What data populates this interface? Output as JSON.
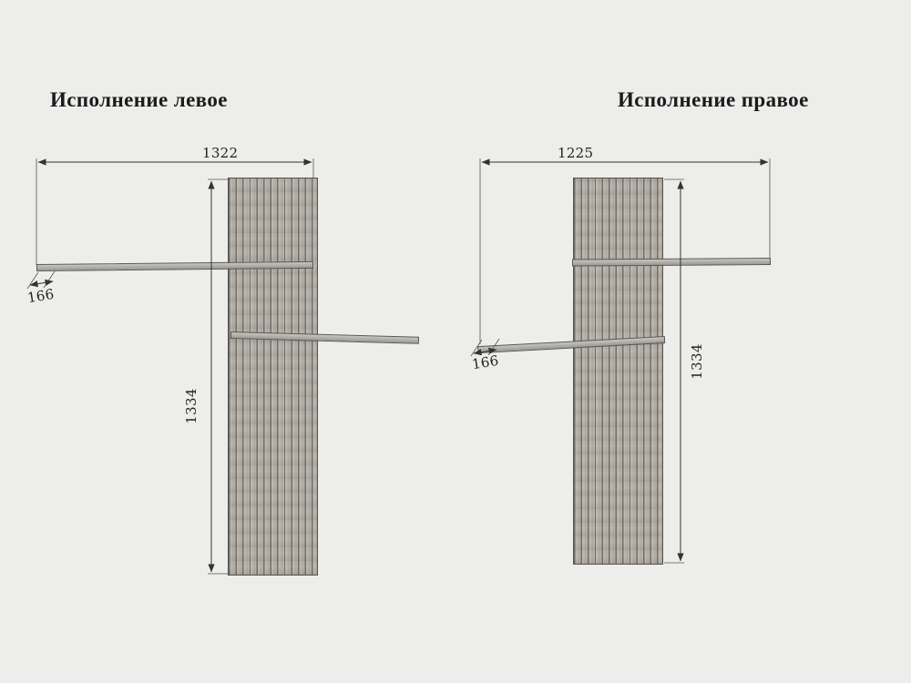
{
  "titles": {
    "left": "Исполнение левое",
    "right": "Исполнение правое"
  },
  "left_variant": {
    "width": "1322",
    "shelf_depth": "166",
    "height": "1334"
  },
  "right_variant": {
    "width": "1225",
    "shelf_depth": "166",
    "height": "1334"
  },
  "colors": {
    "background": "#ededeb",
    "line": "#333333",
    "panel_base": "#b6b2aa",
    "panel_stripe": "#423c36",
    "shelf": "#b0aeaa",
    "text": "#1b1b1b"
  },
  "icons": {
    "dimension_arrow": "filled triangle arrowhead"
  }
}
